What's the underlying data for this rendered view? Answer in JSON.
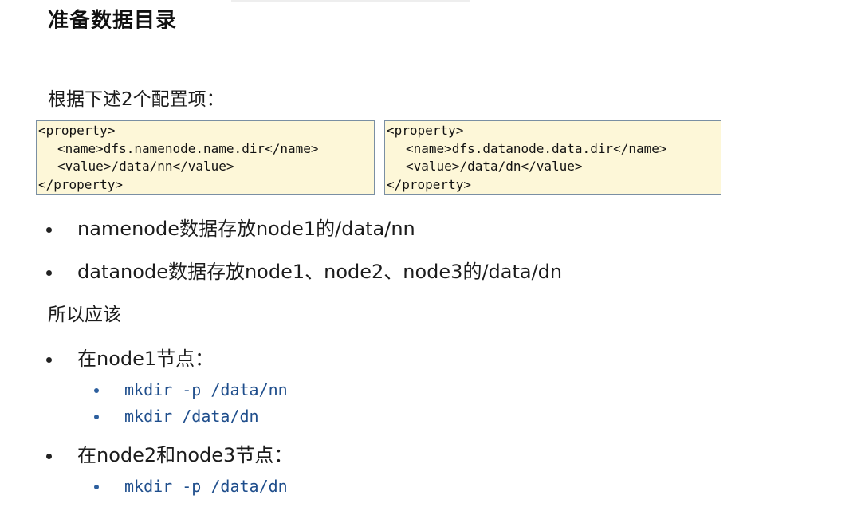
{
  "title": "准备数据目录",
  "intro": "根据下述2个配置项：",
  "code_left": {
    "lines": [
      "<property>",
      "<name>dfs.namenode.name.dir</name>",
      "<value>/data/nn</value>",
      "</property>"
    ]
  },
  "code_right": {
    "lines": [
      "<property>",
      "<name>dfs.datanode.data.dir</name>",
      "<value>/data/dn</value>",
      "</property>"
    ]
  },
  "bullets": [
    "namenode数据存放node1的/data/nn",
    "datanode数据存放node1、node2、node3的/data/dn"
  ],
  "so_should": "所以应该",
  "node1": {
    "label": "在node1节点：",
    "commands": [
      "mkdir -p /data/nn",
      "mkdir /data/dn"
    ]
  },
  "node23": {
    "label": "在node2和node3节点：",
    "commands": [
      "mkdir -p /data/dn"
    ]
  }
}
